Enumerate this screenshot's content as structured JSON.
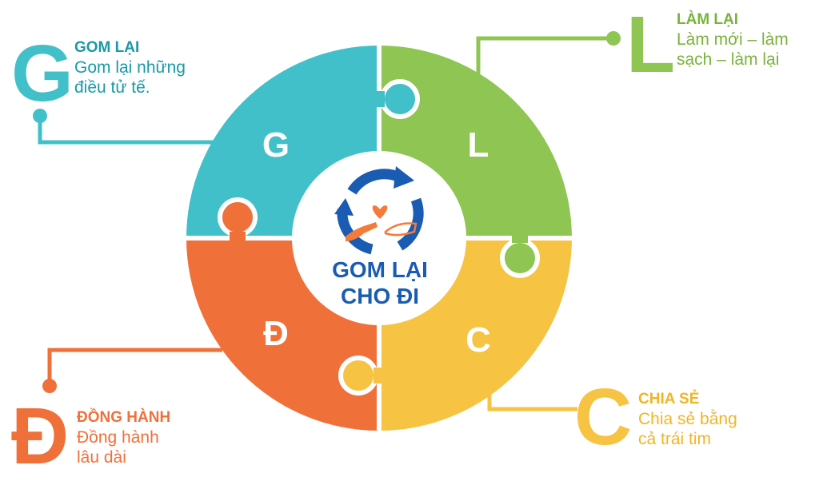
{
  "colors": {
    "teal": "#42c0c9",
    "teal_text": "#1a9aa6",
    "green": "#8fc553",
    "green_text": "#7ab33c",
    "yellow": "#f6c343",
    "yellow_text": "#f0b527",
    "orange": "#f0703a",
    "blue": "#1a5cb2"
  },
  "pieces": {
    "g": "G",
    "l": "L",
    "d": "Đ",
    "c": "C"
  },
  "center": {
    "line1": "GOM LẠI",
    "line2": "CHO ĐI"
  },
  "blocks": {
    "g": {
      "letter": "G",
      "title": "GOM LẠI",
      "line1": "Gom lại những",
      "line2": "điều tử tế."
    },
    "l": {
      "letter": "L",
      "title": "LÀM LẠI",
      "line1": "Làm mới – làm",
      "line2": "sạch – làm lại"
    },
    "d": {
      "letter": "Đ",
      "title": "ĐỒNG HÀNH",
      "line1": "Đồng hành",
      "line2": "lâu dài"
    },
    "c": {
      "letter": "C",
      "title": "CHIA SẺ",
      "line1": "Chia sẻ bằng",
      "line2": "cả trái tim"
    }
  }
}
